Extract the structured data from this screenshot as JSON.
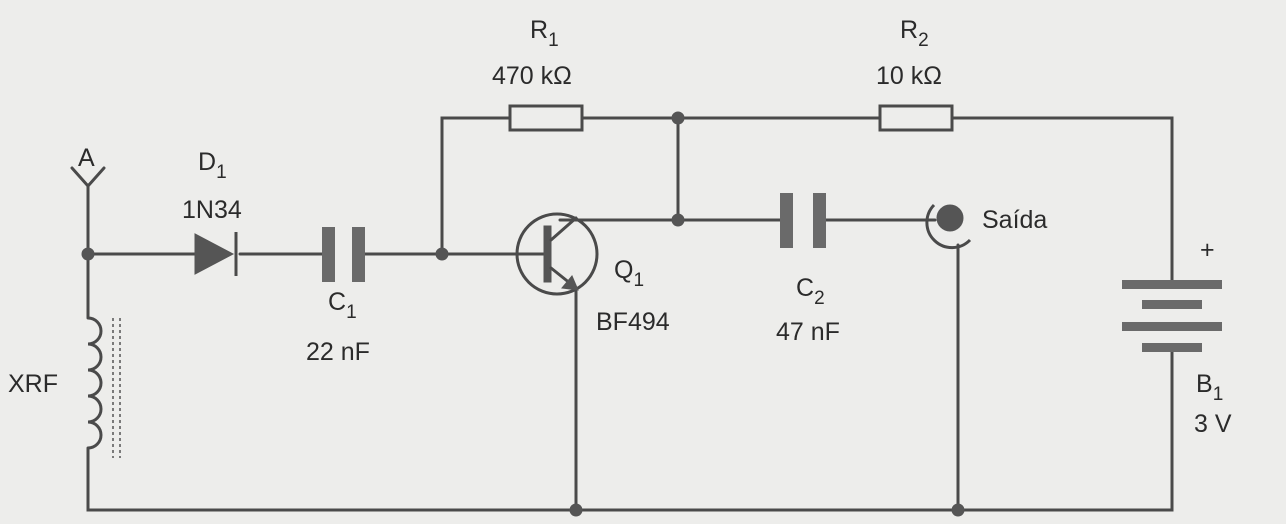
{
  "components": {
    "antenna": {
      "label": "A"
    },
    "d1": {
      "name": "D",
      "index": "1",
      "value": "1N34"
    },
    "c1": {
      "name": "C",
      "index": "1",
      "value": "22 nF"
    },
    "r1": {
      "name": "R",
      "index": "1",
      "value": "470 kΩ"
    },
    "r2": {
      "name": "R",
      "index": "2",
      "value": "10 kΩ"
    },
    "q1": {
      "name": "Q",
      "index": "1",
      "value": "BF494"
    },
    "c2": {
      "name": "C",
      "index": "2",
      "value": "47 nF"
    },
    "output": {
      "label": "Saída"
    },
    "xrf": {
      "label": "XRF"
    },
    "b1": {
      "name": "B",
      "index": "1",
      "value": "3 V",
      "polarity": "+"
    }
  }
}
